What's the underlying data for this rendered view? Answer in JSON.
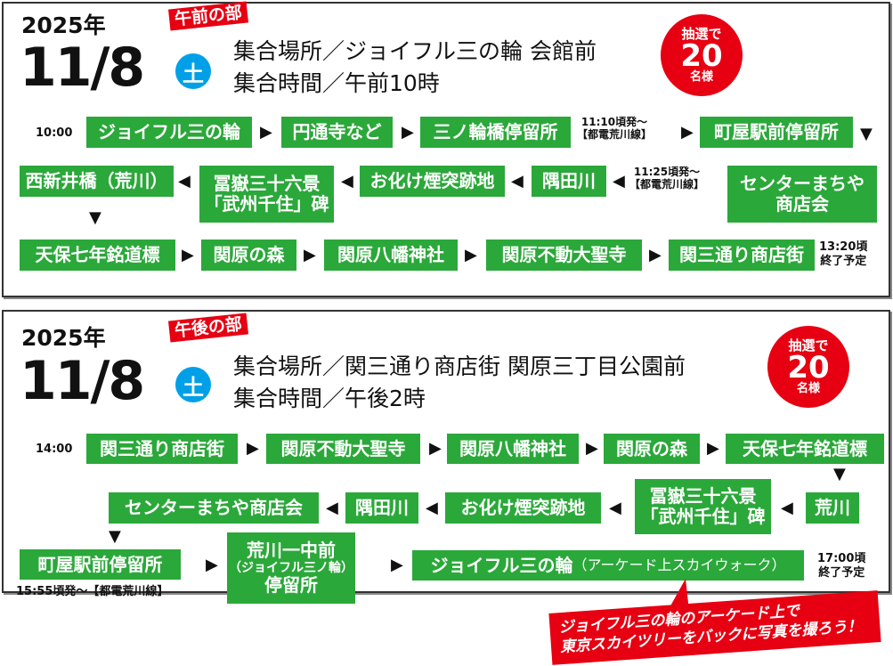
{
  "am": {
    "year": "2025年",
    "date": "11/8",
    "dow": "土",
    "tag": "午前の部",
    "place": "集合場所／ジョイフル三の輪 会館前",
    "time": "集合時間／午前10時",
    "badge": {
      "a": "抽選で",
      "b": "20",
      "c": "名様"
    },
    "start": "10:00",
    "stops": [
      "ジョイフル三の輪",
      "円通寺など",
      "三ノ輪橋停留所",
      "町屋駅前停留所",
      "西新井橋（荒川）",
      "冨嶽三十六景",
      "「武州千住」碑",
      "お化け煙突跡地",
      "隅田川",
      "センターまちや",
      "商店会",
      "天保七年銘道標",
      "関原の森",
      "関原八幡神社",
      "関原不動大聖寺",
      "関三通り商店街"
    ],
    "notes": {
      "n1a": "11:10頃発～",
      "n1b": "【都電荒川線】",
      "n2a": "11:25頃発～",
      "n2b": "【都電荒川線】",
      "enda": "13:20頃",
      "endb": "終了予定"
    }
  },
  "pm": {
    "year": "2025年",
    "date": "11/8",
    "dow": "土",
    "tag": "午後の部",
    "place": "集合場所／関三通り商店街 関原三丁目公園前",
    "time": "集合時間／午後2時",
    "badge": {
      "a": "抽選で",
      "b": "20",
      "c": "名様"
    },
    "start": "14:00",
    "stops": [
      "関三通り商店街",
      "関原不動大聖寺",
      "関原八幡神社",
      "関原の森",
      "天保七年銘道標",
      "荒川",
      "冨嶽三十六景",
      "「武州千住」碑",
      "お化け煙突跡地",
      "隅田川",
      "センターまちや商店会",
      "町屋駅前停留所",
      "荒川一中前",
      "（ジョイフル三ノ輪）",
      "停留所",
      "ジョイフル三の輪",
      "（アーケード上スカイウォーク）"
    ],
    "notes": {
      "n1": "15:55頃発～【都電荒川線】",
      "enda": "17:00頃",
      "endb": "終了予定"
    }
  },
  "callout": {
    "line1": "ジョイフル三の輪のアーケード上で",
    "line2": "東京スカイツリーをバックに写真を撮ろう！"
  },
  "arrows": {
    "right": "▶",
    "left": "◀",
    "down": "▼"
  },
  "colors": {
    "green": "#2ba83a",
    "red": "#e60012",
    "blue": "#00a0e9"
  }
}
